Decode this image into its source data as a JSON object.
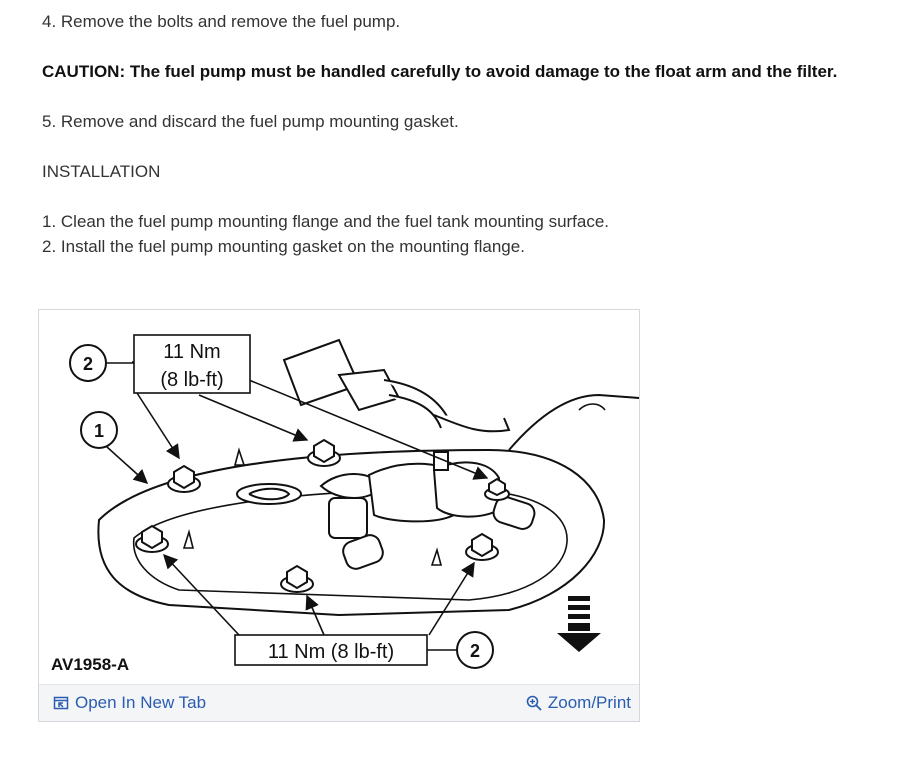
{
  "steps": {
    "step4": "4. Remove the bolts and remove the fuel pump.",
    "caution": "CAUTION: The fuel pump must be handled carefully to avoid damage to the float arm and the filter.",
    "step5": "5. Remove and discard the fuel pump mounting gasket.",
    "installation_heading": "INSTALLATION",
    "install1": "1. Clean the fuel pump mounting flange and the fuel tank mounting surface.",
    "install2": "2. Install the fuel pump mounting gasket on the mounting flange."
  },
  "figure": {
    "callout_top_number": "2",
    "callout_left_number": "1",
    "callout_bottom_number": "2",
    "torque_top_line1": "11 Nm",
    "torque_top_line2": "(8 lb-ft)",
    "torque_bottom": "11 Nm (8 lb-ft)",
    "figure_code": "AV1958-A",
    "open_in_new_tab": "Open In New Tab",
    "zoom_print": "Zoom/Print"
  },
  "icons": {
    "open_tab_icon": "open-in-new-tab-icon",
    "zoom_icon": "zoom-in-icon",
    "front_arrow_icon": "front-direction-arrow-icon"
  },
  "colors": {
    "link": "#2a5db0",
    "text": "#333333",
    "footer_bg": "#f4f5f7"
  }
}
